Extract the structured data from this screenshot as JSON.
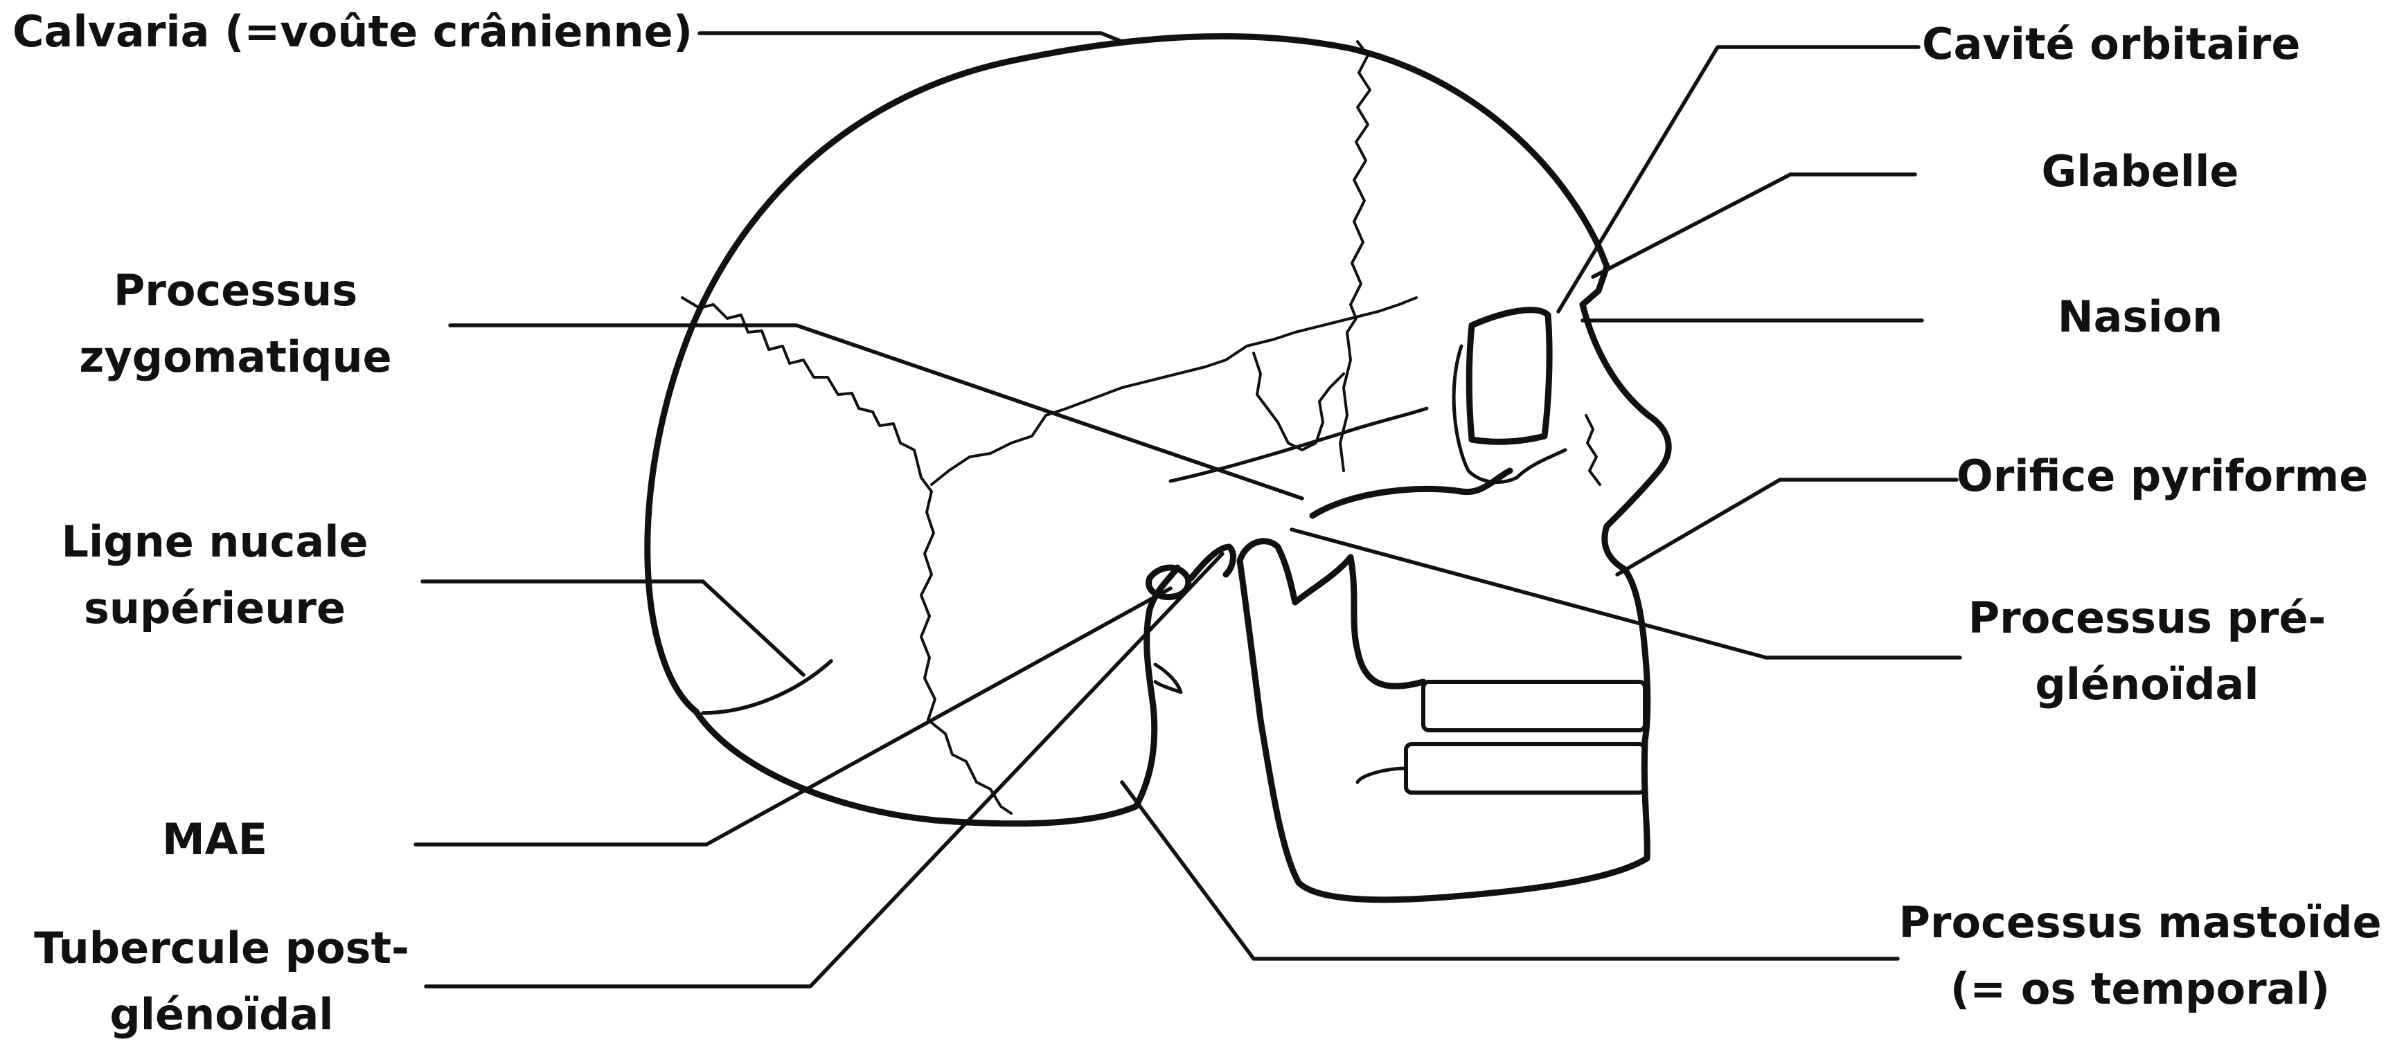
{
  "diagram": {
    "labels": {
      "calvaria": "Calvaria (=voûte crânienne)",
      "processus_zygomatique": [
        "Processus",
        "zygomatique"
      ],
      "ligne_nucale": [
        "Ligne nucale",
        "supérieure"
      ],
      "mae": "MAE",
      "tubercule": [
        "Tubercule post-",
        "glénoïdal"
      ],
      "cavite_orbitaire": "Cavité orbitaire",
      "glabelle": "Glabelle",
      "nasion": "Nasion",
      "orifice_pyriforme": "Orifice pyriforme",
      "processus_pre": [
        "Processus pré-",
        "glénoïdal"
      ],
      "processus_mastoide": [
        "Processus mastoïde",
        "(= os temporal)"
      ]
    },
    "colors": {
      "ink": "#111111",
      "background": "#ffffff"
    }
  }
}
